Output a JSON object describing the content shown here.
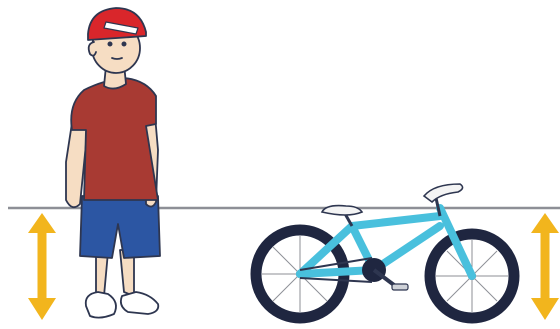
{
  "scene": {
    "description_items": [
      "child",
      "bicycle",
      "horizontal-reference-line",
      "height-arrows"
    ],
    "colors": {
      "helmet": "#d9262b",
      "shirt": "#a83a33",
      "shorts": "#2c56a3",
      "skin": "#f6ddc3",
      "bike_frame": "#49c0dd",
      "tires": "#1f2640",
      "arrow": "#f2b51d",
      "outline": "#2e3650",
      "reference_line": "#8d8f96"
    },
    "icons": {
      "left_arrow": "double-headed-vertical-arrow",
      "right_arrow": "double-headed-vertical-arrow"
    }
  }
}
